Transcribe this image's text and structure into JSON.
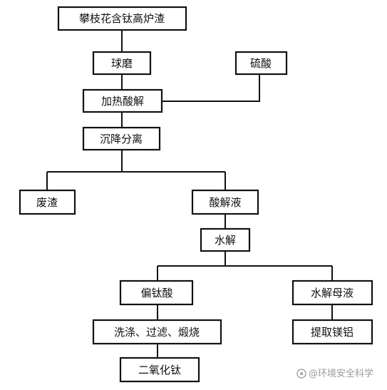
{
  "nodes": {
    "slag": "攀枝花含钛高炉渣",
    "ball_mill": "球磨",
    "sulfuric_acid": "硫酸",
    "heat_acid": "加热酸解",
    "settle": "沉降分离",
    "waste": "废渣",
    "leach_liquor": "酸解液",
    "hydrolysis": "水解",
    "metatitanic": "偏钛酸",
    "mother_liquor": "水解母液",
    "wash": "洗涤、过滤、煅烧",
    "extract": "提取镁铝",
    "tio2": "二氧化钛"
  },
  "watermark": "@环境安全科学"
}
